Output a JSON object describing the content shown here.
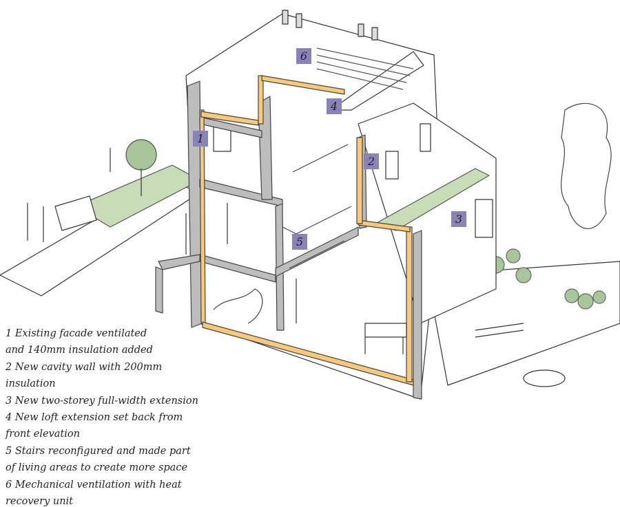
{
  "tags": [
    "1",
    "2",
    "3",
    "4",
    "5",
    "6"
  ],
  "legend": [
    "1 Existing facade ventilated",
    "and 140mm insulation added",
    "2 New cavity wall with 200mm",
    "insulation",
    "3 New two-storey full-width extension",
    "4 New loft extension set back from",
    "front elevation",
    "5 Stairs reconfigured and made part",
    "of living areas to create more space",
    "6 Mechanical ventilation with heat",
    "recovery unit"
  ],
  "colors": {
    "tag": "#8a84b6",
    "insulation": "#f7c97a",
    "wall": "#bdbdbd",
    "grass": "#c8dcb8",
    "tree": "#a9c59a"
  }
}
